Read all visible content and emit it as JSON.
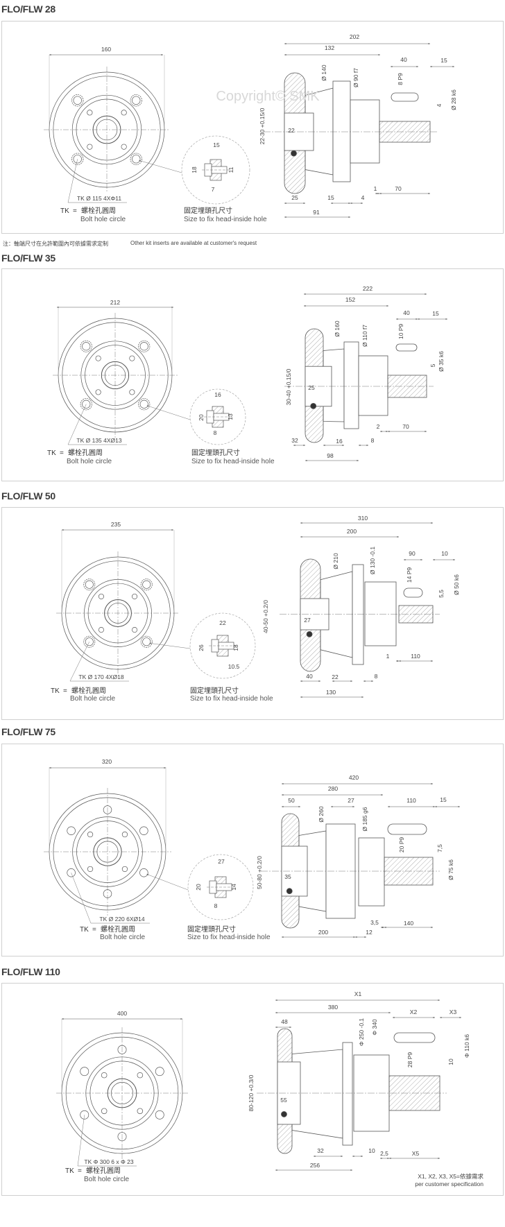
{
  "common": {
    "tk": "TK",
    "eq": "=",
    "tk_cn": "螺栓孔圓周",
    "tk_en": "Bolt hole circle",
    "detail_cn": "固定埋頭孔尺寸",
    "detail_en": "Size to fix head-inside hole",
    "watermark": "Copyright© SMK"
  },
  "note": {
    "cn": "注：軸端尺寸在允許範圍內可依據需求定制",
    "en": "Other kit inserts are available at customer's request"
  },
  "customer_note": {
    "cn": "X1, X2, X3, X5=依據需求",
    "en": "per customer specification"
  },
  "sections": [
    {
      "title": "FLO/FLW 28",
      "front_dim": "160",
      "tk_spec": "TK Ø 115 4XΦ11",
      "detail_dims": [
        "15",
        "18",
        "11",
        "7"
      ],
      "side_dims": [
        "202",
        "132",
        "40",
        "15",
        "Ø 140",
        "Ø 90 f7",
        "8 P9",
        "4",
        "Ø 28 k6",
        "22-30 +0.15/0",
        "22",
        "1",
        "70",
        "25",
        "15",
        "4",
        "91"
      ]
    },
    {
      "title": "FLO/FLW 35",
      "front_dim": "212",
      "tk_spec": "TK Ø 135 4XØ13",
      "detail_dims": [
        "16",
        "20",
        "13",
        "8"
      ],
      "side_dims": [
        "222",
        "152",
        "40",
        "15",
        "Ø 160",
        "Ø 110 f7",
        "10 P9",
        "5",
        "Ø 35 k6",
        "30-40 +0.15/0",
        "25",
        "2",
        "70",
        "32",
        "16",
        "8",
        "98"
      ]
    },
    {
      "title": "FLO/FLW 50",
      "front_dim": "235",
      "tk_spec": "TK Ø 170 4XØ18",
      "detail_dims": [
        "22",
        "26",
        "18",
        "10.5"
      ],
      "side_dims": [
        "310",
        "200",
        "90",
        "10",
        "Ø 210",
        "Ø 130 -0.1",
        "14 P9",
        "5,5",
        "Ø 50 k6",
        "40-50 +0.2/0",
        "27",
        "1",
        "110",
        "40",
        "22",
        "8",
        "130"
      ]
    },
    {
      "title": "FLO/FLW 75",
      "front_dim": "320",
      "tk_spec": "TK Ø 220 6XØ14",
      "detail_dims": [
        "27",
        "20",
        "14",
        "8"
      ],
      "side_dims": [
        "420",
        "280",
        "50",
        "27",
        "110",
        "15",
        "Ø 260",
        "Ø 185 g6",
        "20 P9",
        "7,5",
        "Ø 75 k6",
        "50-80 +0.2/0",
        "35",
        "3,5",
        "140",
        "200",
        "12"
      ]
    },
    {
      "title": "FLO/FLW 110",
      "front_dim": "400",
      "tk_spec": "TK Φ 300 6 x Φ 23",
      "side_dims": [
        "X1",
        "380",
        "X2",
        "X3",
        "48",
        "Φ 250 -0.1",
        "Φ 340",
        "28 P9",
        "10",
        "Φ 110 k6",
        "80-120 +0.3/0",
        "55",
        "32",
        "10",
        "2,5",
        "X5",
        "256"
      ]
    }
  ]
}
